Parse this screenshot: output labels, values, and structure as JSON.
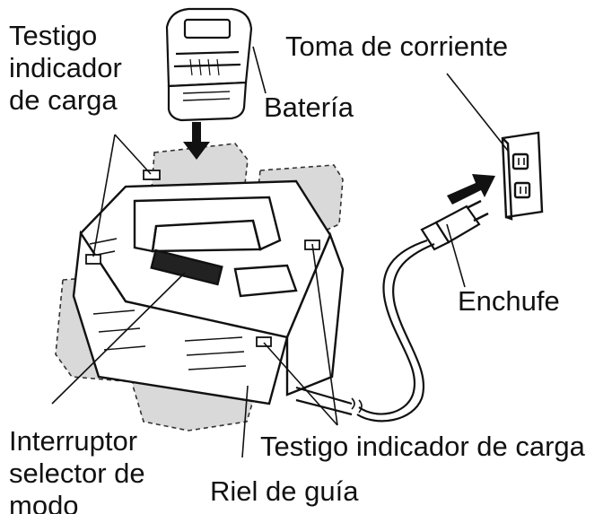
{
  "labels": {
    "battery_indicator_top": [
      "Testigo",
      "indicador",
      "de carga"
    ],
    "outlet": "Toma de corriente",
    "battery": "Batería",
    "plug": "Enchufe",
    "selector_switch": [
      "Interruptor",
      "selector de",
      "modo"
    ],
    "battery_indicator_bottom": "Testigo indicador de carga",
    "guide_rail": "Riel de guía"
  },
  "colors": {
    "ink": "#111111",
    "ghost_fill": "#d9d9d9",
    "background": "#ffffff"
  }
}
